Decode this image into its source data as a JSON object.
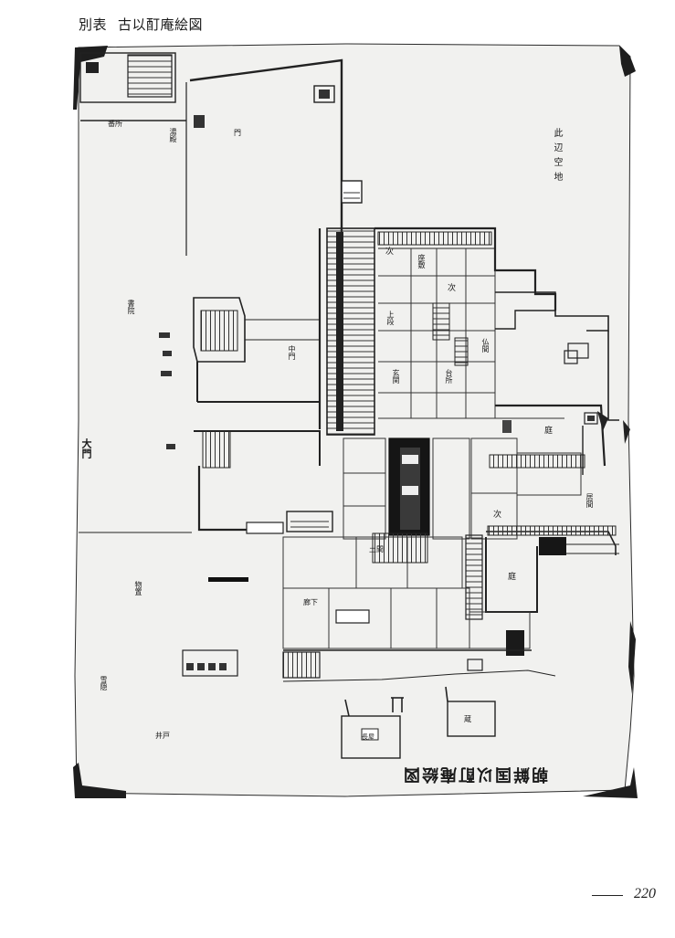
{
  "header": {
    "label": "別表",
    "title": "古以酊庵絵図"
  },
  "plan": {
    "inverted_title": "朝鮮国以酊庵絵図",
    "top_right_note": "此辺空地",
    "left_gate_label": "大門",
    "labels": [
      "次",
      "座敷",
      "上段",
      "玄関",
      "台所",
      "土間",
      "廊下",
      "庭",
      "井戸",
      "物置",
      "蔵",
      "長屋",
      "門",
      "番所",
      "湯殿",
      "雪隠",
      "居間",
      "仏間",
      "書院",
      "中門"
    ]
  },
  "footer": {
    "page_number": "220"
  },
  "colors": {
    "ink": "#1a1a1a",
    "paper": "#f1f1ef",
    "shade": "#cfcfcf"
  }
}
